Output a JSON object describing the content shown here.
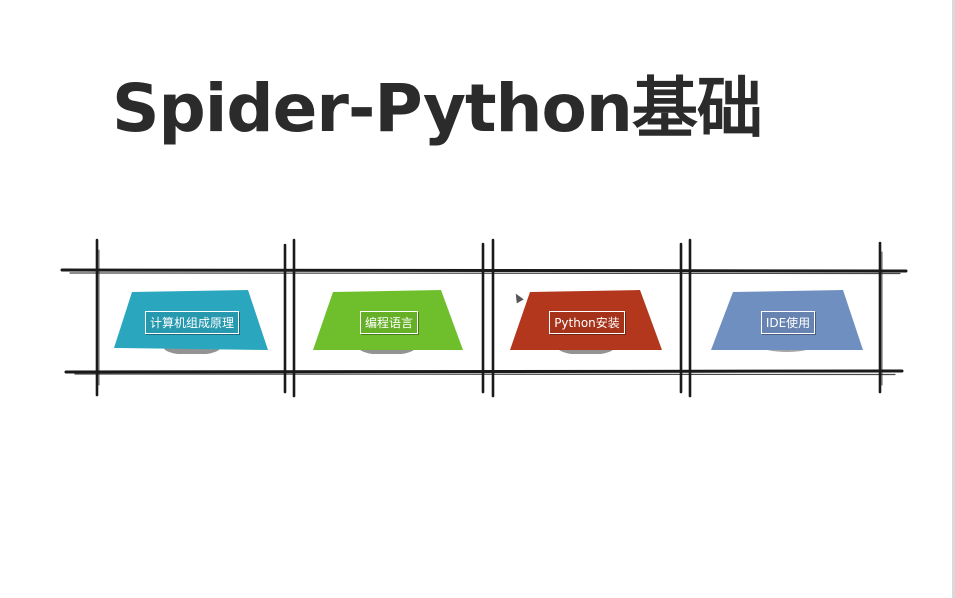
{
  "title": "Spider-Python基础",
  "cards": [
    {
      "label": "计算机组成原理",
      "color": "#2aa7be",
      "icon": "teal-trapezoid-panel"
    },
    {
      "label": "编程语言",
      "color": "#6fbf2c",
      "icon": "green-trapezoid-panel"
    },
    {
      "label": "Python安装",
      "color": "#b3371c",
      "icon": "red-trapezoid-panel"
    },
    {
      "label": "IDE使用",
      "color": "#6f8fc0",
      "icon": "blue-trapezoid-panel"
    }
  ]
}
